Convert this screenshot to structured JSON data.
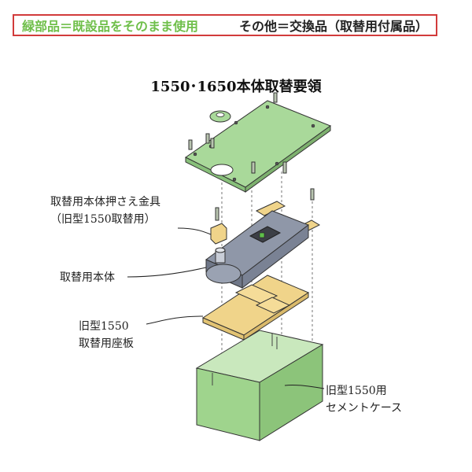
{
  "legend": {
    "green_text": "緑部品＝既設品をそのまま使用",
    "other_text": "その他＝交換品（取替用付属品）",
    "colors": {
      "border": "#d23b3b",
      "green": "#6fbf4a",
      "other": "#222222"
    }
  },
  "title": "1550･1650本体取替要領",
  "labels": {
    "retainer_line1": "取替用本体押さえ金具",
    "retainer_line2": "（旧型1550取替用）",
    "body": "取替用本体",
    "plate_line1": "旧型1550",
    "plate_line2": "取替用座板",
    "case_line1": "旧型1550用",
    "case_line2": "セメントケース"
  },
  "part_colors": {
    "cover_plate": "#a9d99a",
    "cement_case": "#9fd48d",
    "base_plate": "#f0d48a",
    "body": "#8f97a8"
  }
}
